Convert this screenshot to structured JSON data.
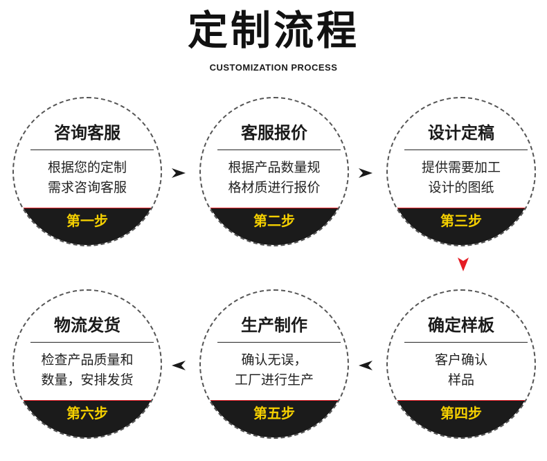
{
  "header": {
    "title": "定制流程",
    "subtitle": "CUSTOMIZATION PROCESS"
  },
  "steps": [
    {
      "title": "咨询客服",
      "lines": [
        "根据您的定制",
        "需求咨询客服"
      ],
      "step": "第一步"
    },
    {
      "title": "客服报价",
      "lines": [
        "根据产品数量规",
        "格材质进行报价"
      ],
      "step": "第二步"
    },
    {
      "title": "设计定稿",
      "lines": [
        "提供需要加工",
        "设计的图纸"
      ],
      "step": "第三步"
    },
    {
      "title": "确定样板",
      "lines": [
        "客户确认",
        "样品"
      ],
      "step": "第四步"
    },
    {
      "title": "生产制作",
      "lines": [
        "确认无误，",
        "工厂进行生产"
      ],
      "step": "第五步"
    },
    {
      "title": "物流发货",
      "lines": [
        "检查产品质量和",
        "数量，安排发货"
      ],
      "step": "第六步"
    }
  ],
  "colors": {
    "band": "#1b1b1b",
    "step_text": "#f5d000",
    "accent_red": "#e51c24",
    "arrow_dark": "#1a1a1a"
  },
  "icons": {
    "flow_arrow": "chevron-arrow",
    "down_arrow": "red-down-arrow"
  }
}
